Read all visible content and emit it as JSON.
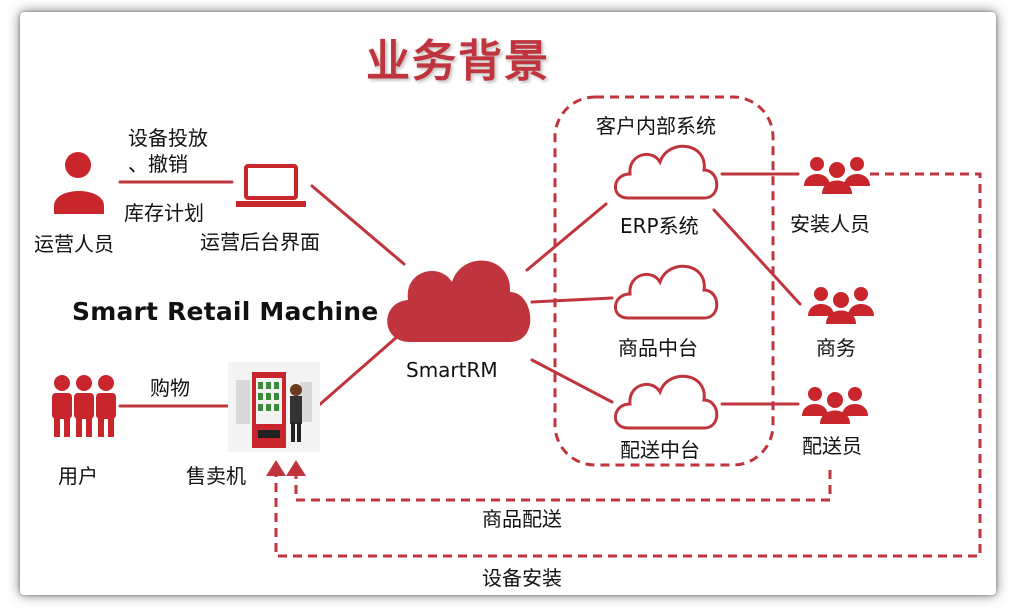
{
  "title": "业务背景",
  "brand": "Smart Retail Machine",
  "actors": {
    "operator": "运营人员",
    "user": "用户",
    "installer": "安装人员",
    "business": "商务",
    "deliverer": "配送员"
  },
  "nodes": {
    "backend": "运营后台界面",
    "vending": "售卖机",
    "smartrm": "SmartRM",
    "erp": "ERP系统",
    "product_center": "商品中台",
    "delivery_center": "配送中台"
  },
  "group_label": "客户内部系统",
  "edges": {
    "deploy_line1": "设备投放",
    "deploy_line2": "、撤销",
    "inventory": "库存计划",
    "purchase": "购物",
    "product_delivery": "商品配送",
    "device_install": "设备安装"
  },
  "colors": {
    "accent": "#c0353d",
    "icon": "#c9252c",
    "line": "#c0353d"
  },
  "icons": {
    "operator": "person-icon",
    "backend": "laptop-icon",
    "user": "group-people-icon",
    "vending": "vending-machine-icon",
    "smartrm": "cloud-icon",
    "systems": "cloud-outline-icon",
    "roles": "team-icon"
  }
}
